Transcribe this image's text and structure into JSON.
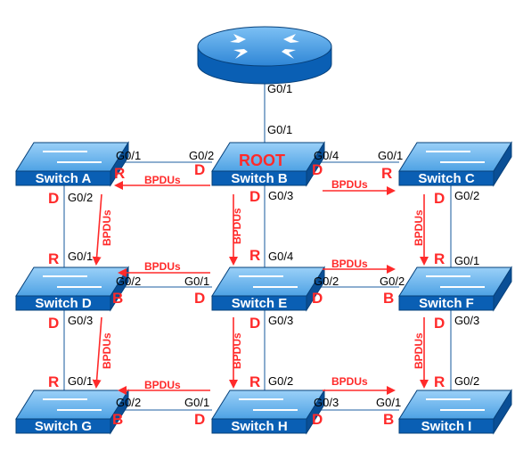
{
  "colors": {
    "switch_top": "#6fb6ee",
    "switch_side": "#0a5fb4",
    "link": "#4a7fb3",
    "role": "#ff2a2a",
    "arrow": "#ff2a2a"
  },
  "router": {
    "icon": "router-icon",
    "port": "G0/1"
  },
  "switches": {
    "a": "Switch A",
    "b": "Switch B",
    "c": "Switch C",
    "d": "Switch D",
    "e": "Switch E",
    "f": "Switch F",
    "g": "Switch G",
    "h": "Switch H",
    "i": "Switch I"
  },
  "root_label": "ROOT",
  "bpdu_label": "BPDUs",
  "ports": {
    "router_b_top": "G0/1",
    "b_router": "G0/1",
    "a_b": "G0/1",
    "b_a": "G0/2",
    "b_c": "G0/4",
    "c_b": "G0/1",
    "a_d": "G0/2",
    "d_a": "G0/1",
    "b_e": "G0/3",
    "e_b": "G0/4",
    "c_f": "G0/2",
    "f_c": "G0/1",
    "d_e": "G0/2",
    "e_d": "G0/1",
    "e_f": "G0/2",
    "f_e": "G0/2",
    "d_g": "G0/3",
    "g_d": "G0/1",
    "e_h": "G0/3",
    "h_e": "G0/2",
    "f_i": "G0/3",
    "i_f": "G0/2",
    "g_h": "G0/2",
    "h_g": "G0/1",
    "h_i": "G0/3",
    "i_h": "G0/1"
  },
  "roles": {
    "a_b": "R",
    "b_a": "D",
    "b_c": "D",
    "c_b": "R",
    "a_d": "D",
    "d_a": "R",
    "b_e": "D",
    "e_b": "R",
    "c_f": "D",
    "f_c": "R",
    "d_e": "B",
    "e_d": "D",
    "e_f": "D",
    "f_e": "B",
    "d_g": "D",
    "g_d": "R",
    "e_h": "D",
    "h_e": "R",
    "f_i": "D",
    "i_f": "R",
    "g_h": "B",
    "h_g": "D",
    "h_i": "D",
    "i_h": "B"
  }
}
